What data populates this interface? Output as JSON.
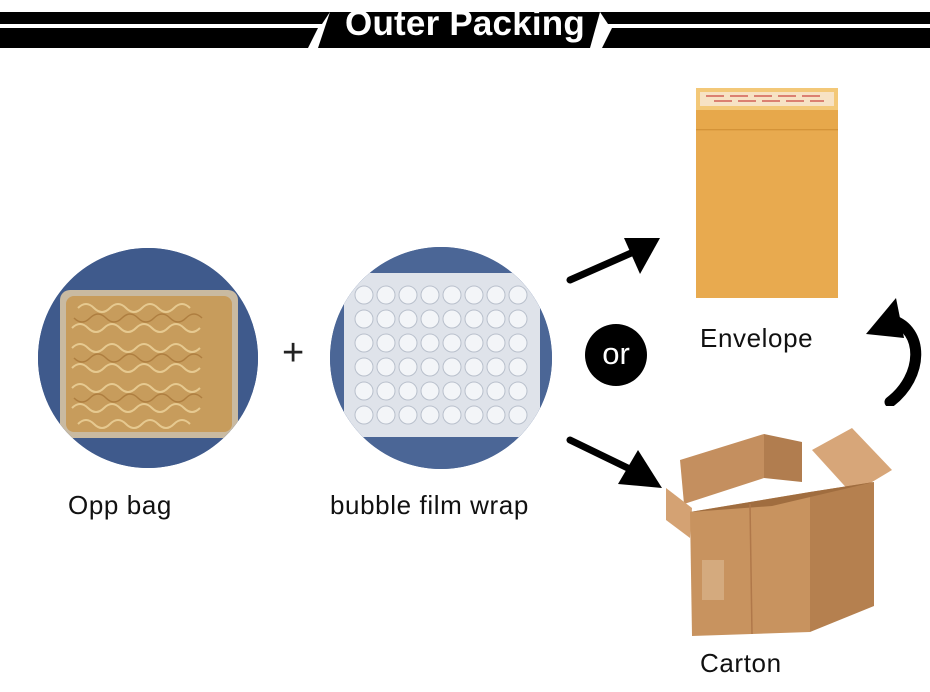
{
  "header": {
    "title": "Outer Packing"
  },
  "items": {
    "opp_bag": "Opp bag",
    "bubble_wrap": "bubble film wrap",
    "plus": "+",
    "or": "or",
    "envelope": "Envelope",
    "carton": "Carton"
  },
  "colors": {
    "banner": "#000000",
    "circle_bg": "#3f5a8c",
    "envelope": "#e9a94a",
    "carton": "#c9966a"
  }
}
